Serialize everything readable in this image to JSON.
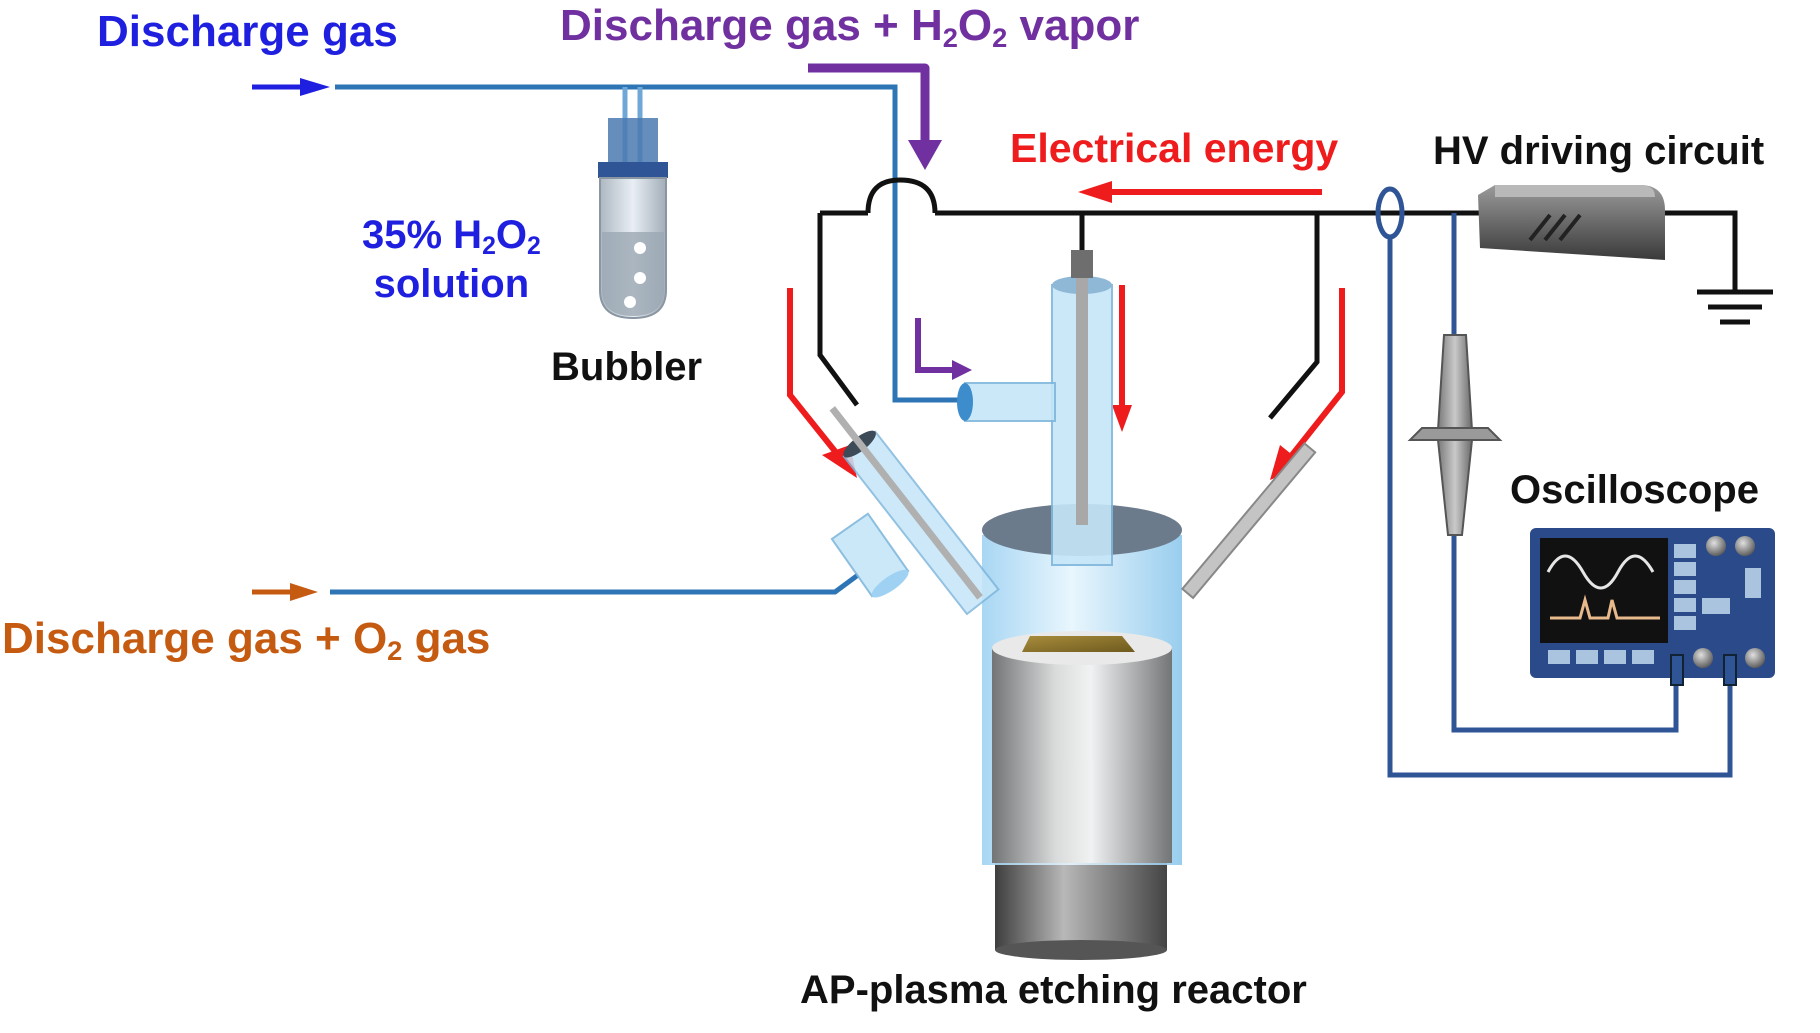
{
  "labels": {
    "discharge_gas": "Discharge gas",
    "vapor_prefix": "Discharge gas + H",
    "vapor_sub1": "2",
    "vapor_mid": "O",
    "vapor_sub2": "2",
    "vapor_suffix": " vapor",
    "electrical_energy": "Electrical energy",
    "hv_circuit": "HV driving circuit",
    "solution_prefix": "35% H",
    "solution_sub1": "2",
    "solution_mid": "O",
    "solution_sub2": "2",
    "solution_line2": "solution",
    "bubbler": "Bubbler",
    "oscilloscope": "Oscilloscope",
    "o2_prefix": "Discharge gas + O",
    "o2_sub": "2",
    "o2_suffix": " gas",
    "reactor": "AP-plasma etching reactor"
  },
  "colors": {
    "blue_label": "#1f1fe0",
    "purple": "#7030a0",
    "red": "#ee1c1c",
    "orange": "#c55a11",
    "tube": "#2e75b6",
    "wire": "#111111",
    "probe_cable": "#2f5597"
  }
}
